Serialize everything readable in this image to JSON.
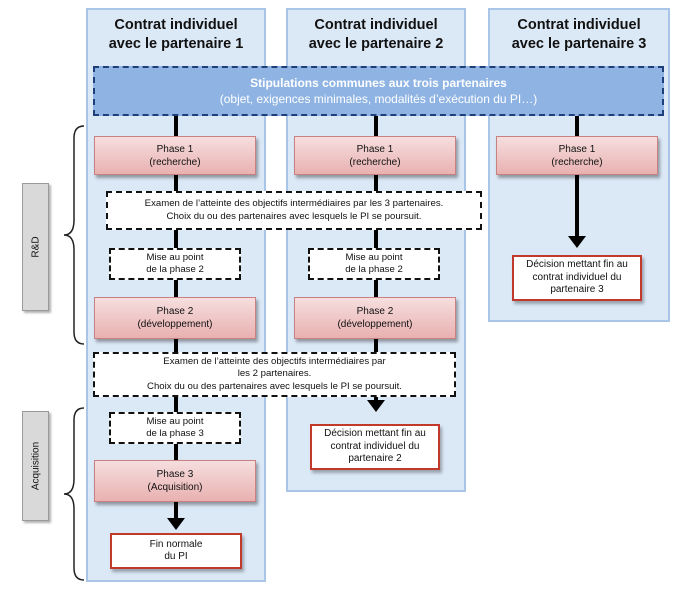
{
  "columns": [
    {
      "title": "Contrat individuel\navec le partenaire 1"
    },
    {
      "title": "Contrat individuel\navec le partenaire 2"
    },
    {
      "title": "Contrat individuel\navec le partenaire 3"
    }
  ],
  "stipulations": {
    "title": "Stipulations communes aux trois partenaires",
    "subtitle": "(objet, exigences minimales, modalités d’exécution du PI…)"
  },
  "side_labels": {
    "rd": "R&D",
    "acquisition": "Acquisition"
  },
  "phase1": "Phase 1\n(recherche)",
  "phase2": "Phase 2\n(développement)",
  "phase3": "Phase 3\n(Acquisition)",
  "exam1": "Examen de l’atteinte des objectifs intermédiaires par les 3 partenaires.\nChoix du ou des partenaires avec lesquels le PI se poursuit.",
  "exam2": "Examen de l’atteinte des objectifs intermédiaires par\nles 2 partenaires.\nChoix du ou des partenaires avec lesquels le PI se poursuit.",
  "mise_phase2": "Mise au point\nde la phase 2",
  "mise_phase3": "Mise au point\nde la phase 3",
  "decision_p3": "Décision mettant fin au\ncontrat individuel du\npartenaire 3",
  "decision_p2": "Décision mettant fin au\ncontrat individuel du\npartenaire 2",
  "fin_normale": "Fin normale\ndu PI"
}
